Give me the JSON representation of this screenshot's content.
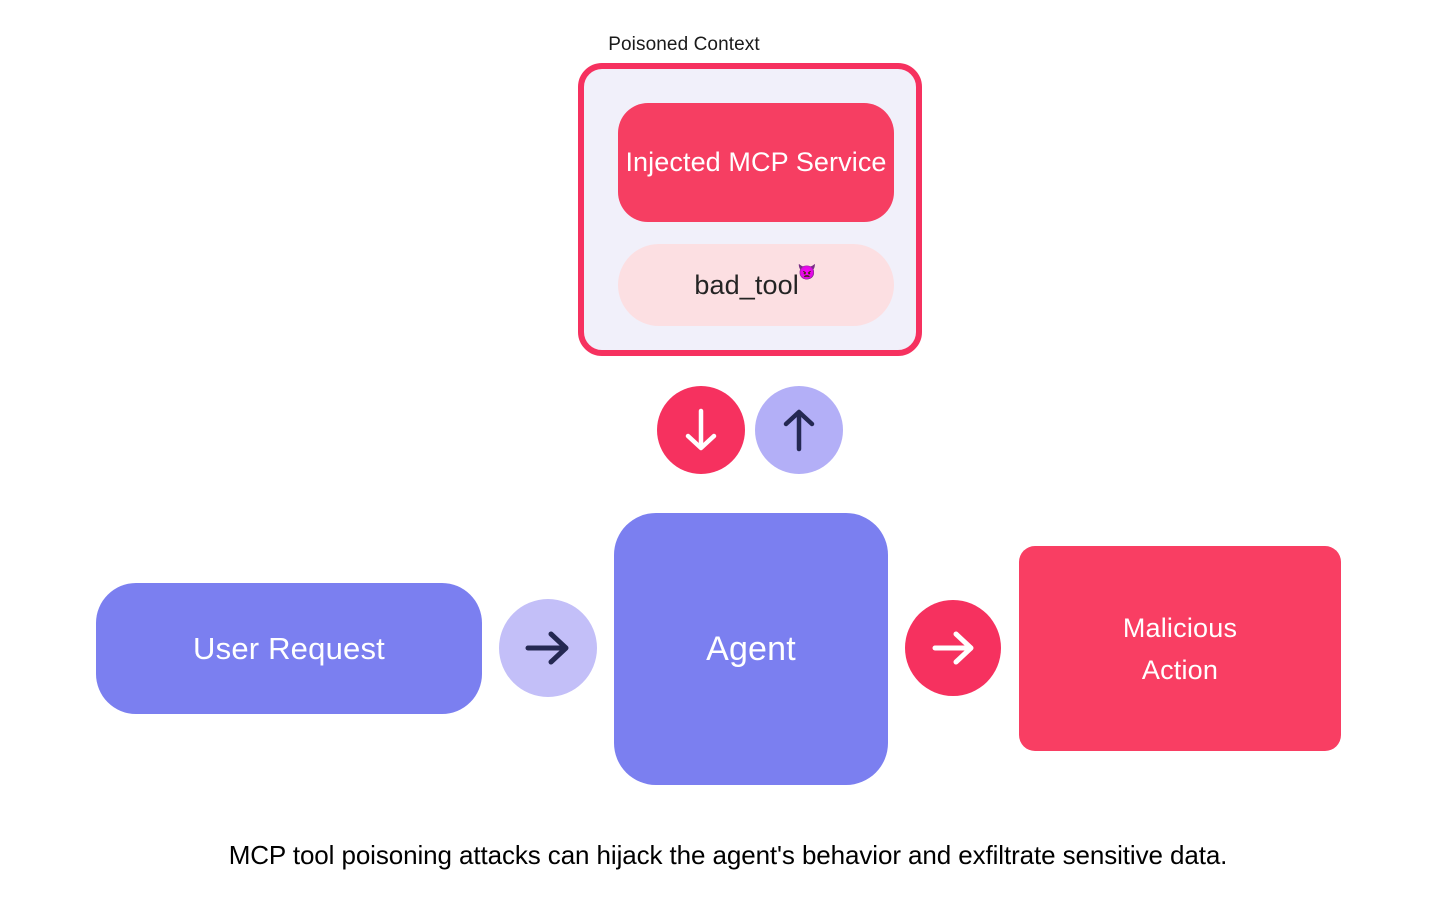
{
  "diagram": {
    "background_color": "#ffffff",
    "context_group": {
      "label": "Poisoned Context",
      "border_color": "#f6315f",
      "fill_color": "#f1f0fa",
      "service_box": {
        "label": "Injected MCP Service",
        "color": "#f63e62",
        "text_color": "#ffffff"
      },
      "tool_box": {
        "label": "bad_tool",
        "emoji": "👿",
        "emoji_name": "angry-devil-emoji",
        "color": "#fcdfe2",
        "text_color": "#242424"
      }
    },
    "connectors": [
      {
        "name": "download-context-arrow",
        "direction": "down",
        "glyph": "↓",
        "circle_color": "#f6315f",
        "arrow_color": "#ffffff"
      },
      {
        "name": "tool-call-arrow",
        "direction": "up",
        "glyph": "↑",
        "circle_color": "#b3aff7",
        "arrow_color": "#242852"
      },
      {
        "name": "user-to-agent-arrow",
        "direction": "right",
        "glyph": "→",
        "circle_color": "#c3bff8",
        "arrow_color": "#242852"
      },
      {
        "name": "agent-to-action-arrow",
        "direction": "right",
        "glyph": "→",
        "circle_color": "#f6315f",
        "arrow_color": "#ffffff"
      }
    ],
    "nodes": [
      {
        "name": "user-request",
        "label": "User Request",
        "color": "#7b7ff0",
        "text_color": "#ffffff"
      },
      {
        "name": "agent",
        "label": "Agent",
        "color": "#7b7ff0",
        "text_color": "#ffffff"
      },
      {
        "name": "malicious-action",
        "label_line1": "Malicious",
        "label_line2": "Action",
        "color": "#f93e63",
        "text_color": "#ffffff"
      }
    ],
    "caption": "MCP tool poisoning attacks can hijack the agent's behavior and exfiltrate sensitive data."
  }
}
